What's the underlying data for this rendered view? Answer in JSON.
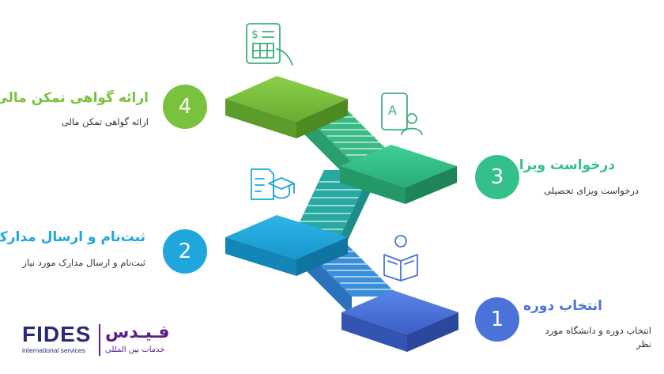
{
  "steps": [
    {
      "number": "1",
      "title": "انتخاب دوره",
      "description": "انتخاب دوره و دانشگاه مورد نظر",
      "color": "#4a72d8",
      "icon": "reading-person-icon"
    },
    {
      "number": "2",
      "title": "ثبت‌نام و ارسال مدارک",
      "description": "ثبت‌نام و ارسال مدارک مورد نیاز",
      "color": "#1fa7dd",
      "icon": "graduation-document-icon"
    },
    {
      "number": "3",
      "title": "درخواست ویزا",
      "description": "درخواست ویزای تحصیلی",
      "color": "#34c08a",
      "icon": "visa-application-icon"
    },
    {
      "number": "4",
      "title": "ارائه گواهی تمکن مالی",
      "description": "ارائه گواهی تمکن مالی",
      "color": "#7ac23e",
      "icon": "financial-certificate-icon"
    }
  ],
  "logo": {
    "latin": "FIDES",
    "latin_sub": "international services",
    "persian": "فـیـدس",
    "persian_sub": "خدمات بین المللی"
  },
  "colors": {
    "step1": "#4a72d8",
    "step2": "#1fa7dd",
    "step3": "#34c08a",
    "step4": "#7ac23e",
    "logo": "#5a1e8c"
  }
}
